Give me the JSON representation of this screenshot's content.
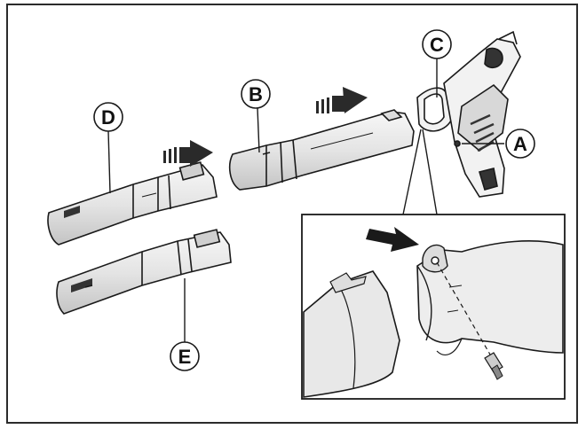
{
  "figure": {
    "callouts": {
      "a": "A",
      "b": "B",
      "c": "C",
      "d": "D",
      "e": "E"
    },
    "colors": {
      "stroke": "#1a1a1a",
      "tube_fill": "#ededed",
      "tube_shade": "#cfcfcf",
      "dark": "#333333"
    }
  }
}
